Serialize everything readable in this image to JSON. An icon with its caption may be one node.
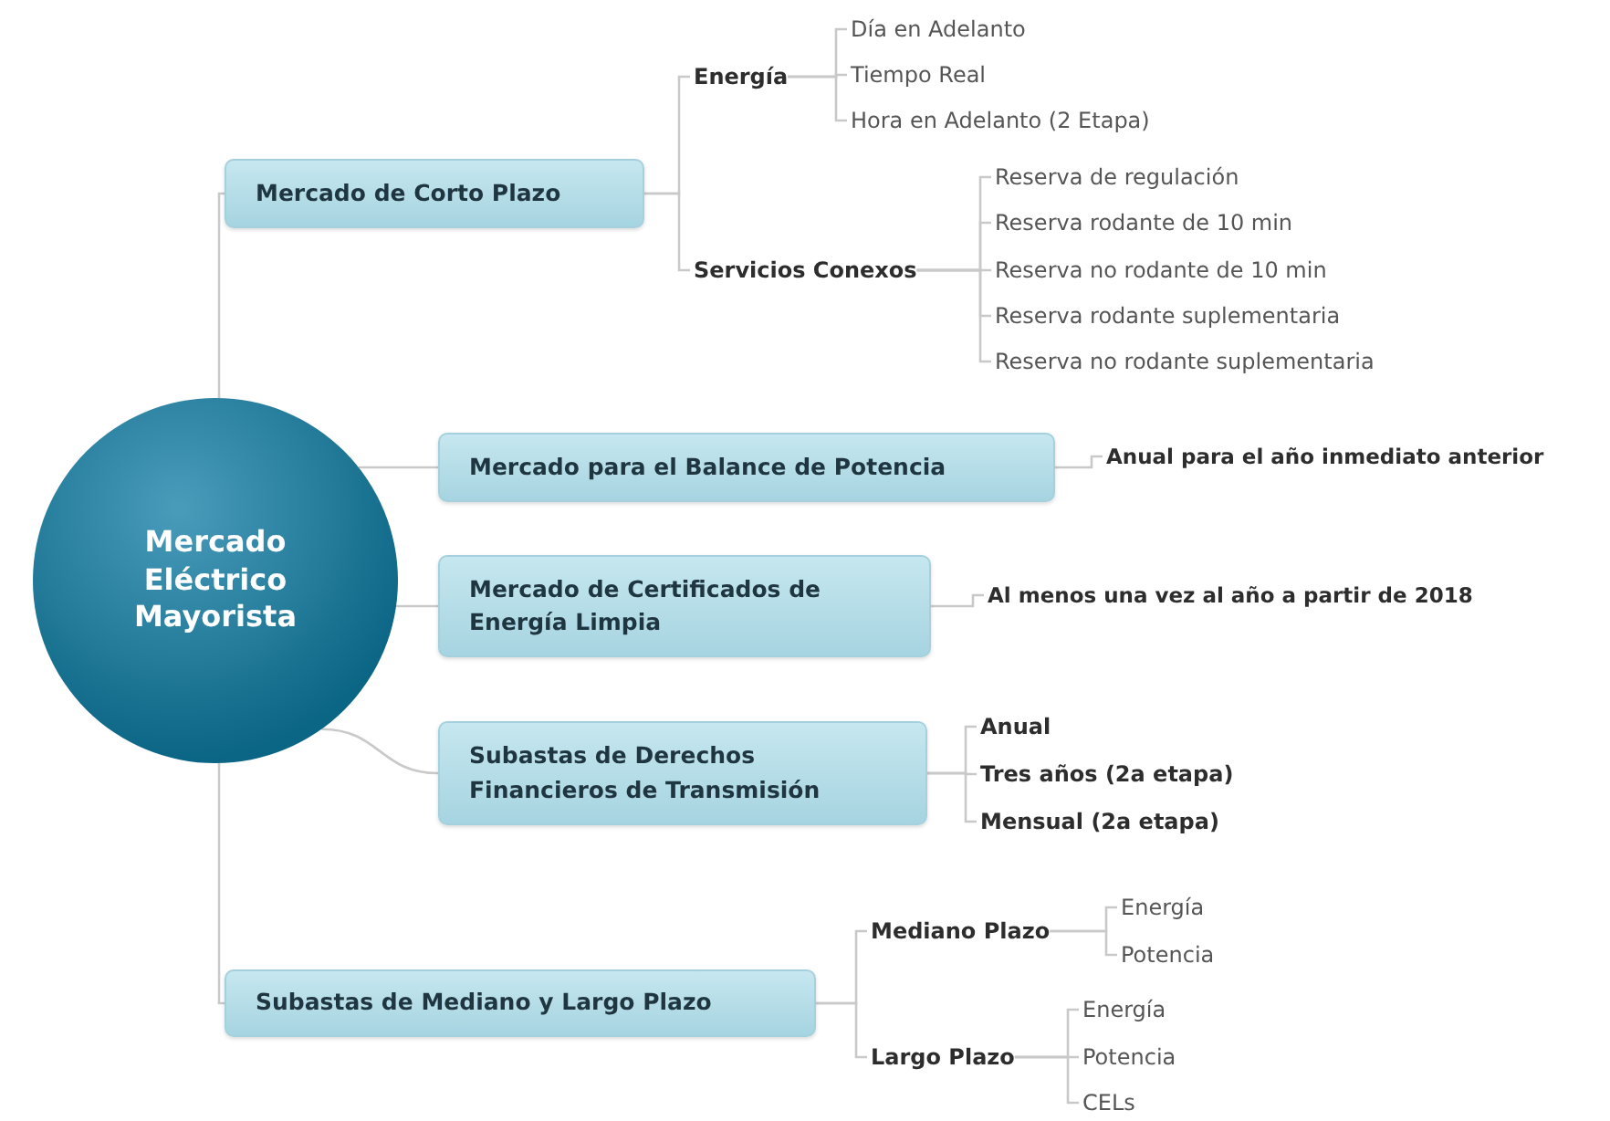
{
  "diagram": {
    "nodes": [
      {
        "text": [
          "Mercado Eléctrico Mayorista"
        ]
      },
      {
        "text": [
          "Mercado de Corto Plazo"
        ]
      },
      {
        "text": [
          "Energía"
        ]
      },
      {
        "text": [
          "Día en Adelanto"
        ]
      },
      {
        "text": [
          "Tiempo Real"
        ]
      },
      {
        "text": [
          "Hora en Adelanto (2 Etapa)"
        ]
      },
      {
        "text": [
          "Servicios Conexos"
        ]
      },
      {
        "text": [
          "Reserva de regulación"
        ]
      },
      {
        "text": [
          "Reserva rodante de 10 min"
        ]
      },
      {
        "text": [
          "Reserva no rodante de 10 min"
        ]
      },
      {
        "text": [
          "Reserva rodante suplementaria"
        ]
      },
      {
        "text": [
          "Reserva no rodante suplementaria"
        ]
      },
      {
        "text": [
          "Mercado para el Balance de Potencia"
        ]
      },
      {
        "text": [
          "Anual para el año inmediato anterior"
        ]
      },
      {
        "text": [
          "Mercado de Certificados de Energía Limpia"
        ]
      },
      {
        "text": [
          "Al menos una vez al año a partir de 2018"
        ]
      },
      {
        "text": [
          "Subastas de Derechos Financieros de Transmisión"
        ]
      },
      {
        "text": [
          "Anual"
        ]
      },
      {
        "text": [
          "Tres años (2a etapa)"
        ]
      },
      {
        "text": [
          "Mensual (2a etapa)"
        ]
      },
      {
        "text": [
          "Subastas de Mediano y Largo Plazo"
        ]
      },
      {
        "text": [
          "Mediano Plazo"
        ]
      },
      {
        "text": [
          "Energía"
        ]
      },
      {
        "text": [
          "Potencia"
        ]
      },
      {
        "text": [
          "Largo Plazo"
        ]
      },
      {
        "text": [
          "Energía"
        ]
      },
      {
        "text": [
          "Potencia"
        ]
      },
      {
        "text": [
          "CELs"
        ]
      }
    ],
    "edges": [
      {
        "from": 0,
        "to": 1,
        "arrow": "none"
      },
      {
        "from": 1,
        "to": 2,
        "arrow": "none"
      },
      {
        "from": 2,
        "to": 3,
        "arrow": "none"
      },
      {
        "from": 2,
        "to": 4,
        "arrow": "none"
      },
      {
        "from": 2,
        "to": 5,
        "arrow": "none"
      },
      {
        "from": 1,
        "to": 6,
        "arrow": "none"
      },
      {
        "from": 6,
        "to": 7,
        "arrow": "none"
      },
      {
        "from": 6,
        "to": 8,
        "arrow": "none"
      },
      {
        "from": 6,
        "to": 9,
        "arrow": "none"
      },
      {
        "from": 6,
        "to": 10,
        "arrow": "none"
      },
      {
        "from": 6,
        "to": 11,
        "arrow": "none"
      },
      {
        "from": 0,
        "to": 12,
        "arrow": "none"
      },
      {
        "from": 12,
        "to": 13,
        "arrow": "none"
      },
      {
        "from": 0,
        "to": 14,
        "arrow": "none"
      },
      {
        "from": 14,
        "to": 15,
        "arrow": "none"
      },
      {
        "from": 0,
        "to": 16,
        "arrow": "none"
      },
      {
        "from": 16,
        "to": 17,
        "arrow": "none"
      },
      {
        "from": 16,
        "to": 18,
        "arrow": "none"
      },
      {
        "from": 16,
        "to": 19,
        "arrow": "none"
      },
      {
        "from": 0,
        "to": 20,
        "arrow": "none"
      },
      {
        "from": 20,
        "to": 21,
        "arrow": "none"
      },
      {
        "from": 21,
        "to": 22,
        "arrow": "none"
      },
      {
        "from": 21,
        "to": 23,
        "arrow": "none"
      },
      {
        "from": 20,
        "to": 24,
        "arrow": "none"
      },
      {
        "from": 24,
        "to": 25,
        "arrow": "none"
      },
      {
        "from": 24,
        "to": 26,
        "arrow": "none"
      },
      {
        "from": 24,
        "to": 27,
        "arrow": "none"
      }
    ]
  }
}
